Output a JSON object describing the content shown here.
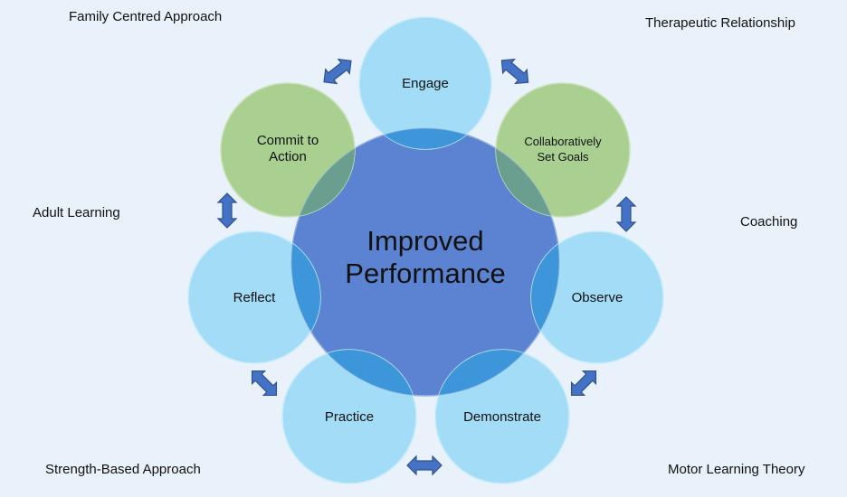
{
  "center": {
    "line1": "Improved",
    "line2": "Performance"
  },
  "stages": {
    "engage": "Engage",
    "goals_line1": "Collaboratively",
    "goals_line2": "Set Goals",
    "observe": "Observe",
    "demonstrate": "Demonstrate",
    "practice": "Practice",
    "reflect": "Reflect",
    "commit_line1": "Commit to",
    "commit_line2": "Action"
  },
  "frameworks": {
    "top_left": "Family Centred Approach",
    "top_right": "Therapeutic Relationship",
    "middle_left": "Adult Learning",
    "middle_right": "Coaching",
    "bottom_left": "Strength-Based Approach",
    "bottom_right": "Motor Learning Theory"
  },
  "colors": {
    "background": "#e9f1fa",
    "center_fill": "#5b83d1",
    "blue_circle": "#a2dcf6",
    "green_circle": "#a9cf91",
    "overlap_blue": "#3d96d9",
    "overlap_green": "#6a9e8f",
    "arrow_fill": "#4472c4",
    "arrow_stroke": "#2f528f"
  }
}
